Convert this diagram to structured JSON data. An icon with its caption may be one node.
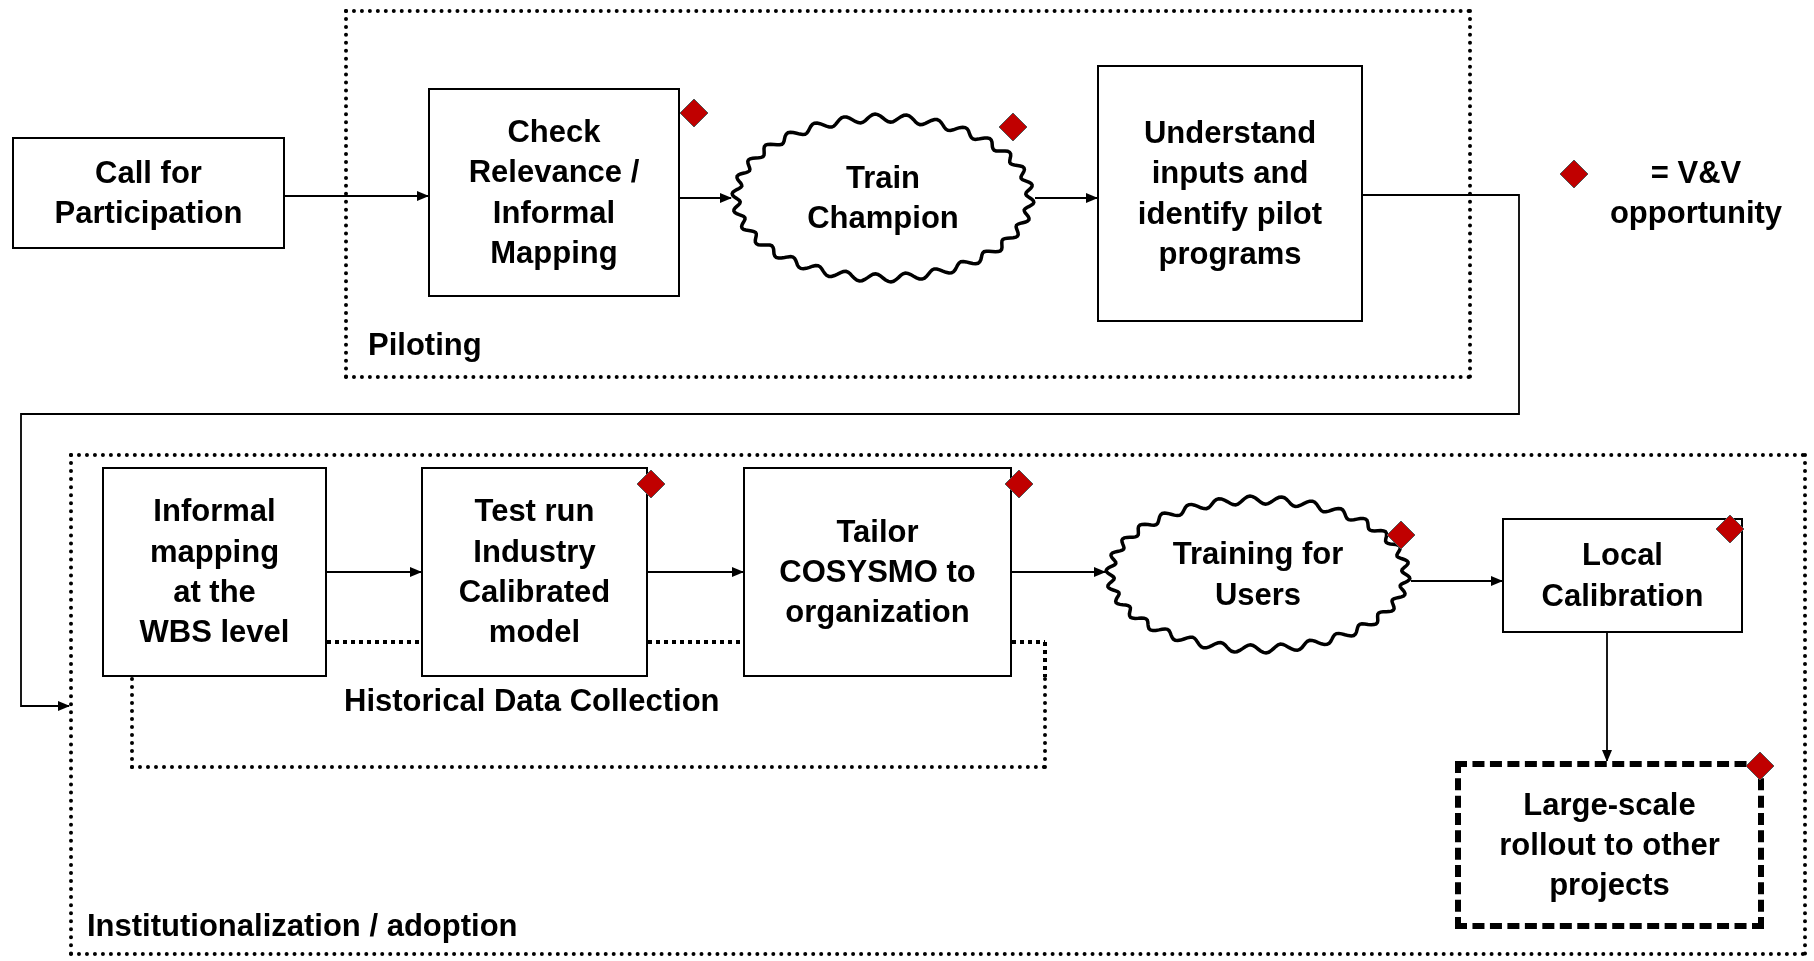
{
  "diagram": {
    "nodes": [
      {
        "text": [
          "Call for Participation"
        ]
      },
      {
        "text": [
          "Piloting"
        ]
      },
      {
        "text": [
          "Check Relevance / Informal Mapping"
        ],
        "in": 1
      },
      {
        "text": [
          "Train Champion"
        ],
        "in": 1
      },
      {
        "text": [
          "Understand inputs and identify pilot programs"
        ],
        "in": 1
      },
      {
        "text": [
          "Institutionalization / adoption"
        ]
      },
      {
        "text": [
          "Informal mapping at the WBS level"
        ],
        "in": 5
      },
      {
        "text": [
          "Test run Industry Calibrated model"
        ],
        "in": 5
      },
      {
        "text": [
          "Tailor COSYSMO to organization"
        ],
        "in": 5
      },
      {
        "text": [
          "Training for Users"
        ],
        "in": 5
      },
      {
        "text": [
          "Local Calibration"
        ],
        "in": 5
      },
      {
        "text": [
          "Historical Data Collection"
        ],
        "in": 5
      },
      {
        "text": [
          "Large-scale rollout to other projects"
        ],
        "in": 5
      }
    ],
    "edges": [
      {
        "from": 0,
        "to": 2,
        "arrow": "to"
      },
      {
        "from": 2,
        "to": 3,
        "arrow": "to"
      },
      {
        "from": 3,
        "to": 4,
        "arrow": "to"
      },
      {
        "from": 4,
        "to": 5,
        "arrow": "to"
      },
      {
        "from": 6,
        "to": 7,
        "arrow": "to"
      },
      {
        "from": 7,
        "to": 8,
        "arrow": "to"
      },
      {
        "from": 8,
        "to": 9,
        "arrow": "to"
      },
      {
        "from": 9,
        "to": 10,
        "arrow": "to"
      },
      {
        "from": 10,
        "to": 12,
        "arrow": "to"
      }
    ],
    "legend": [
      {
        "text": "= V&V opportunity",
        "color": "#c00000"
      }
    ]
  }
}
